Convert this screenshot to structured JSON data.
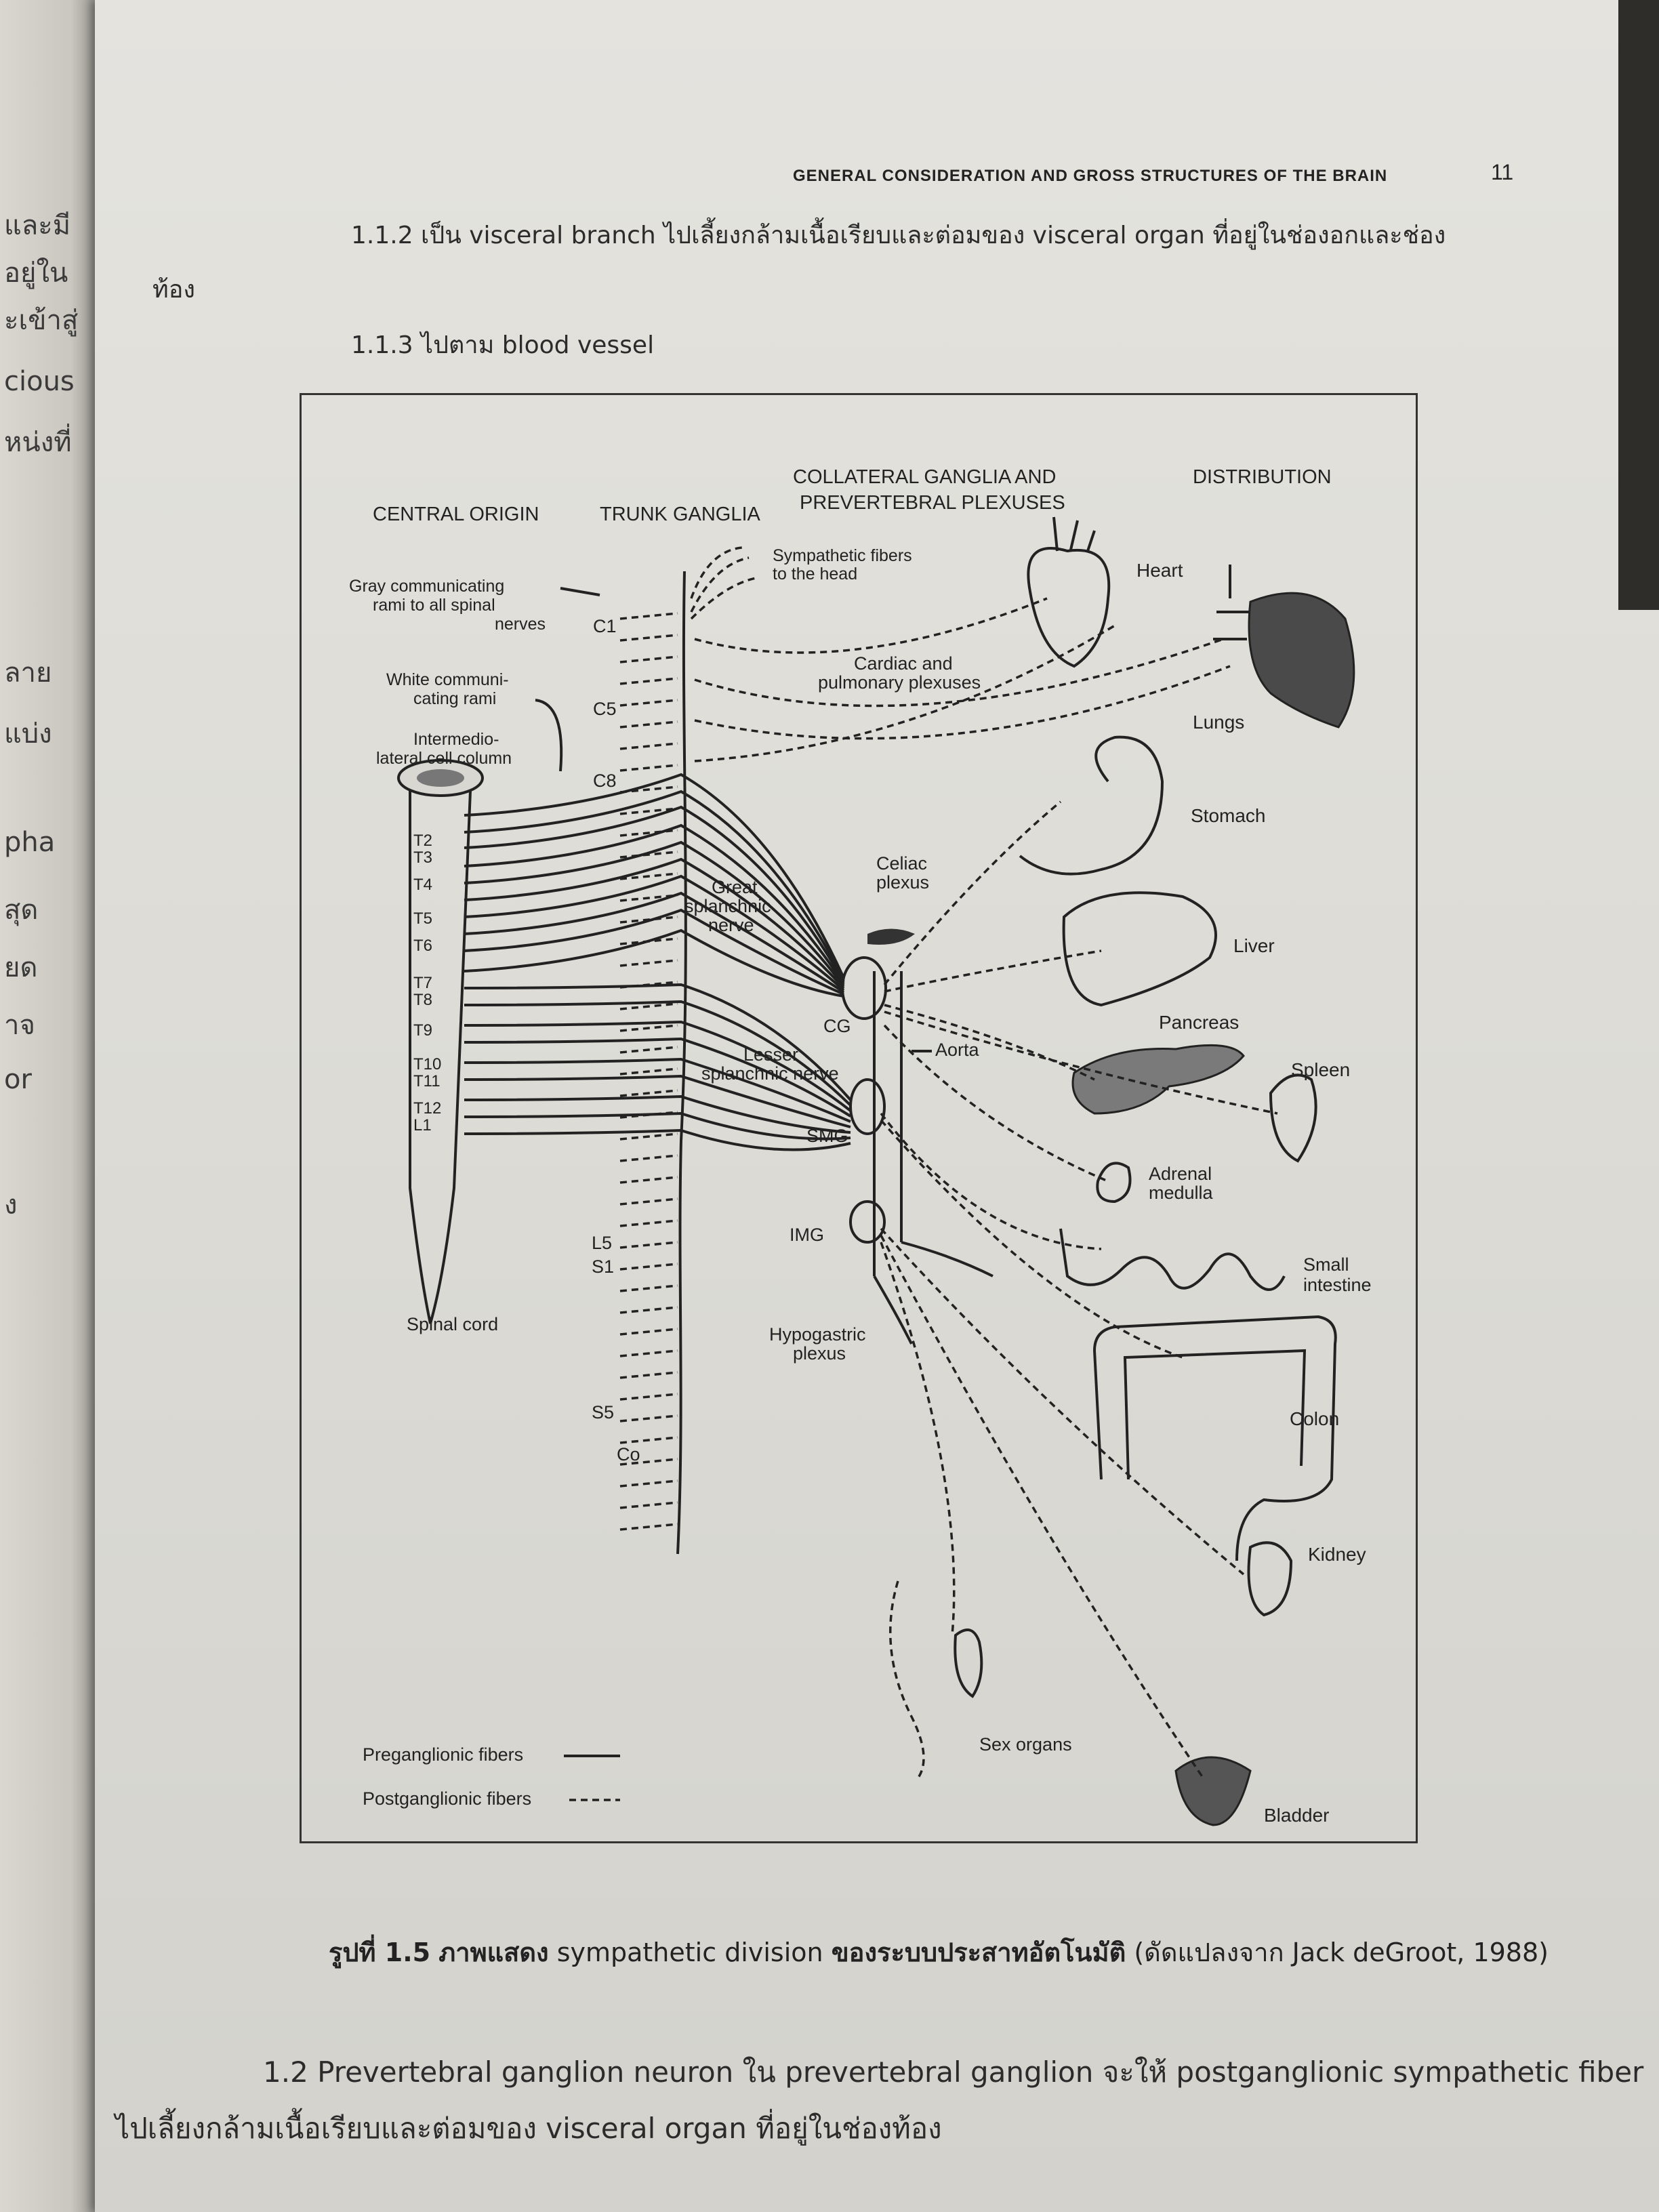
{
  "left_page": {
    "fragments": [
      "และมี",
      "อยู่ใน",
      "ะเข้าสู่",
      "cious",
      "หน่งที่",
      "ลาย",
      "แบ่ง",
      "pha",
      "สุด",
      "ยด",
      "าจ",
      "or",
      "ง"
    ]
  },
  "header": {
    "title": "GENERAL CONSIDERATION AND GROSS STRUCTURES OF THE BRAIN",
    "page_number": "11"
  },
  "body": {
    "line_1_1_2": "1.1.2  เป็น visceral branch ไปเลี้ยงกล้ามเนื้อเรียบและต่อมของ visceral organ ที่อยู่ในช่องอกและช่อง",
    "line_1_1_2_cont": "ท้อง",
    "line_1_1_3": "1.1.3  ไปตาม blood vessel",
    "para_1_2_line1": "1.2 Prevertebral ganglion  neuron ใน prevertebral ganglion จะให้  postganglionic sympathetic fiber",
    "para_1_2_line2": "ไปเลี้ยงกล้ามเนื้อเรียบและต่อมของ visceral organ ที่อยู่ในช่องท้อง"
  },
  "figure": {
    "col_headers": {
      "central_origin": "CENTRAL ORIGIN",
      "trunk_ganglia": "TRUNK GANGLIA",
      "collateral_1": "COLLATERAL GANGLIA AND",
      "collateral_2": "PREVERTEBRAL PLEXUSES",
      "distribution": "DISTRIBUTION"
    },
    "labels": {
      "gray_rami_1": "Gray communicating",
      "gray_rami_2": "rami to all spinal",
      "gray_rami_3": "nerves",
      "white_rami_1": "White communi-",
      "white_rami_2": "cating rami",
      "intermedio_1": "Intermedio-",
      "intermedio_2": "lateral cell column",
      "spinal_cord": "Spinal cord",
      "symp_head_1": "Sympathetic fibers",
      "symp_head_2": "to the head",
      "cardiac_1": "Cardiac and",
      "cardiac_2": "pulmonary plexuses",
      "great_splanchnic_1": "Great",
      "great_splanchnic_2": "splanchnic",
      "great_splanchnic_3": "nerve",
      "celiac_1": "Celiac",
      "celiac_2": "plexus",
      "cg": "CG",
      "lesser_1": "Lesser",
      "lesser_2": "splanchnic nerve",
      "aorta": "Aorta",
      "smg": "SMG",
      "img": "IMG",
      "hypogastric_1": "Hypogastric",
      "hypogastric_2": "plexus",
      "heart": "Heart",
      "lungs": "Lungs",
      "stomach": "Stomach",
      "liver": "Liver",
      "pancreas": "Pancreas",
      "spleen": "Spleen",
      "adrenal_1": "Adrenal",
      "adrenal_2": "medulla",
      "small_int_1": "Small",
      "small_int_2": "intestine",
      "colon": "Colon",
      "kidney": "Kidney",
      "sex_organs": "Sex organs",
      "bladder": "Bladder",
      "legend_pre": "Preganglionic fibers",
      "legend_post": "Postganglionic fibers"
    },
    "cord_segments": [
      "T2",
      "T3",
      "T4",
      "T5",
      "T6",
      "T7",
      "T8",
      "T9",
      "T10",
      "T11",
      "T12",
      "L1"
    ],
    "trunk_levels": [
      "C1",
      "C5",
      "C8",
      "L5",
      "S1",
      "S5",
      "Co"
    ]
  },
  "caption": {
    "prefix": "รูปที่ 1.5",
    "bold_text": "ภาพแสดง",
    "text_1": "sympathetic division",
    "bold_text_2": "ของระบบประสาทอัตโนมัติ",
    "source": "(ดัดแปลงจาก Jack deGroot, 1988)"
  }
}
